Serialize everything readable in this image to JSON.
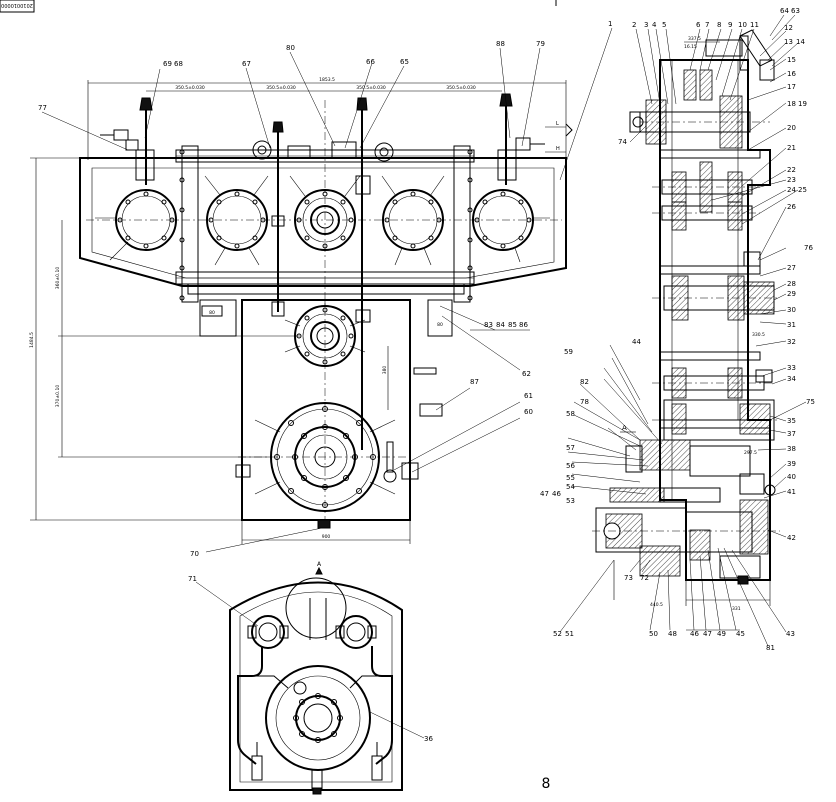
{
  "drawing": {
    "code": "2010010000",
    "page_number": "8",
    "view_mark": "A",
    "section_mark": "A"
  },
  "dimensions": {
    "front_width": "1853.5",
    "base_width": "900",
    "height_total": "1484.5",
    "center_upper": "360±0.10",
    "center_lower": "370±0.10",
    "shaft_spacing": [
      "350.5±0.030",
      "350.5±0.030",
      "350.5±0.030",
      "350.5±0.030"
    ],
    "d_small_1": "80",
    "d_small_2": "80",
    "side_top_a": "337.5",
    "side_top_b": "16.15",
    "side_mid_a": "330.5",
    "side_mid_b": "297.5",
    "side_bot_a": "440.5",
    "side_bot_b": "331",
    "mid_v": "380"
  },
  "part_numbers": {
    "front_top": [
      "69",
      "68",
      "67",
      "80",
      "66",
      "65",
      "88",
      "79"
    ],
    "front_left": [
      "77"
    ],
    "front_right": [
      "83",
      "84",
      "85",
      "86",
      "62",
      "87",
      "61",
      "60"
    ],
    "front_bottom": [
      "70"
    ],
    "side_top": [
      "1",
      "2",
      "3",
      "4",
      "5",
      "6",
      "7",
      "8",
      "9",
      "10",
      "11",
      "64",
      "63",
      "12",
      "13",
      "14"
    ],
    "side_right": [
      "15",
      "16",
      "17",
      "18",
      "19",
      "20",
      "21",
      "22",
      "23",
      "24",
      "25",
      "26",
      "76",
      "27",
      "28",
      "29",
      "30",
      "31",
      "32",
      "33",
      "34",
      "75",
      "35",
      "37",
      "38",
      "39",
      "40",
      "41",
      "42"
    ],
    "side_left": [
      "74",
      "44",
      "59",
      "82",
      "78",
      "58",
      "57",
      "56",
      "55",
      "54",
      "47",
      "46",
      "53"
    ],
    "side_bottom": [
      "73",
      "72",
      "52",
      "51",
      "50",
      "48",
      "46",
      "47",
      "49",
      "45",
      "81",
      "43"
    ],
    "bottom_view": [
      "71",
      "36"
    ]
  }
}
